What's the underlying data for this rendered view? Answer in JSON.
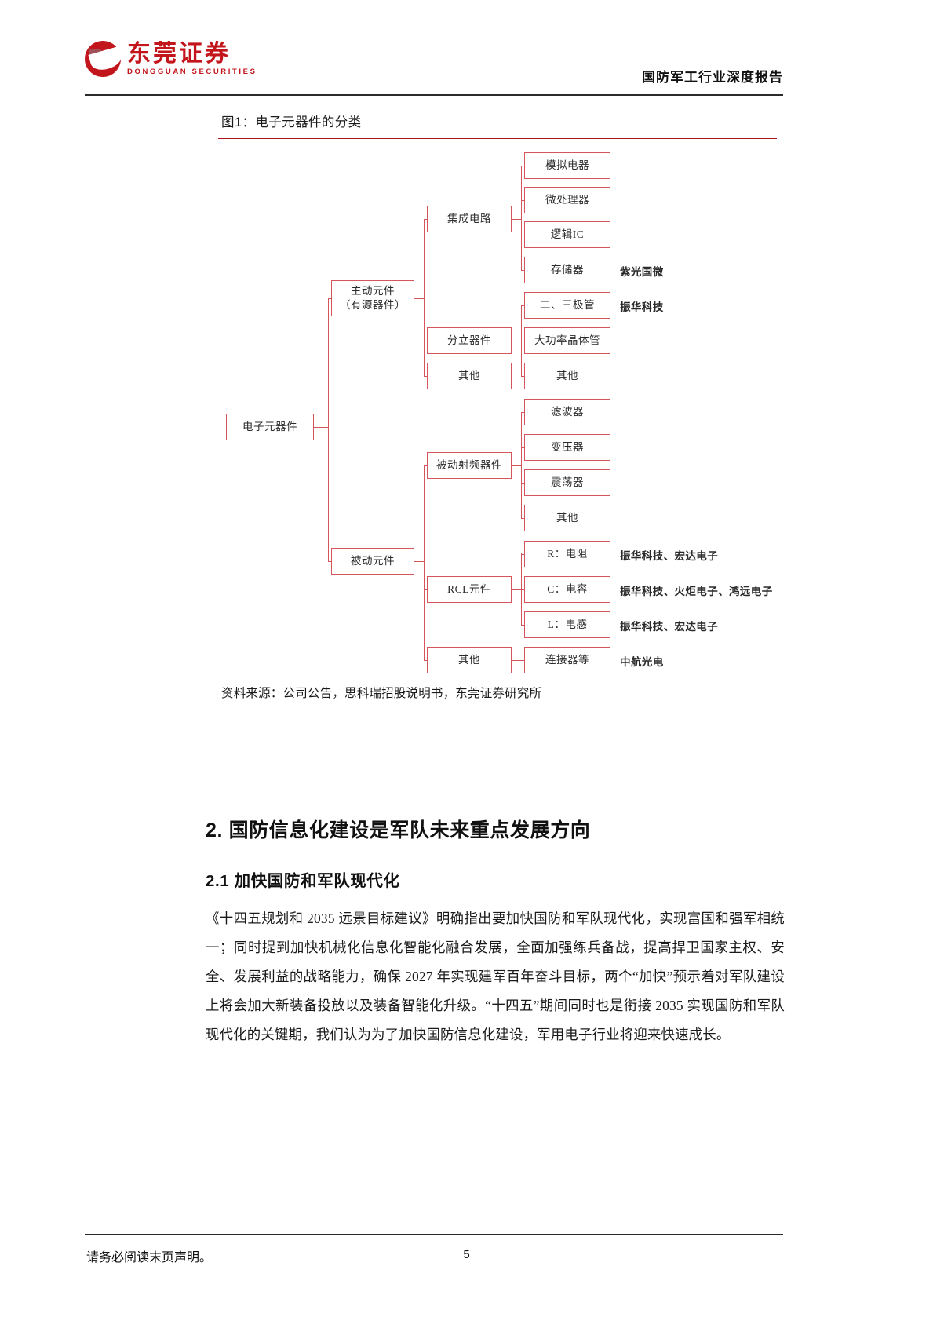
{
  "header": {
    "logo_cn": "东莞证券",
    "logo_en": "DONGGUAN SECURITIES",
    "report_title": "国防军工行业深度报告"
  },
  "figure": {
    "title": "图1：电子元器件的分类",
    "source": "资料来源：公司公告，思科瑞招股说明书，东莞证券研究所",
    "accent_color": "#d4565c",
    "rule_color": "#a8161c"
  },
  "chart_data": {
    "type": "diagram",
    "title": "图1：电子元器件的分类",
    "root": "电子元器件",
    "nodes": {
      "root": "电子元器件",
      "active": "主动元件",
      "active_sub": "（有源器件）",
      "passive": "被动元件",
      "ic": "集成电路",
      "discrete": "分立器件",
      "active_other": "其他",
      "rf_passive": "被动射频器件",
      "rcl": "RCL元件",
      "passive_other": "其他",
      "analog": "模拟电器",
      "mpu": "微处理器",
      "logic_ic": "逻辑IC",
      "memory": "存储器",
      "diode_triode": "二、三极管",
      "power_transistor": "大功率晶体管",
      "discrete_other": "其他",
      "filter": "滤波器",
      "transformer": "变压器",
      "oscillator": "震荡器",
      "rf_other": "其他",
      "resistor": "R：电阻",
      "capacitor": "C：电容",
      "inductor": "L：电感",
      "connector": "连接器等"
    },
    "annotations": {
      "memory": "紫光国微",
      "diode_triode": "振华科技",
      "resistor": "振华科技、宏达电子",
      "capacitor": "振华科技、火炬电子、鸿远电子",
      "inductor": "振华科技、宏达电子",
      "connector": "中航光电"
    },
    "edges": [
      [
        "电子元器件",
        "主动元件（有源器件）"
      ],
      [
        "电子元器件",
        "被动元件"
      ],
      [
        "主动元件（有源器件）",
        "集成电路"
      ],
      [
        "主动元件（有源器件）",
        "分立器件"
      ],
      [
        "主动元件（有源器件）",
        "其他"
      ],
      [
        "集成电路",
        "模拟电器"
      ],
      [
        "集成电路",
        "微处理器"
      ],
      [
        "集成电路",
        "逻辑IC"
      ],
      [
        "集成电路",
        "存储器"
      ],
      [
        "分立器件",
        "二、三极管"
      ],
      [
        "分立器件",
        "大功率晶体管"
      ],
      [
        "分立器件",
        "其他"
      ],
      [
        "被动元件",
        "被动射频器件"
      ],
      [
        "被动元件",
        "RCL元件"
      ],
      [
        "被动元件",
        "其他"
      ],
      [
        "被动射频器件",
        "滤波器"
      ],
      [
        "被动射频器件",
        "变压器"
      ],
      [
        "被动射频器件",
        "震荡器"
      ],
      [
        "被动射频器件",
        "其他"
      ],
      [
        "RCL元件",
        "R：电阻"
      ],
      [
        "RCL元件",
        "C：电容"
      ],
      [
        "RCL元件",
        "L：电感"
      ],
      [
        "其他",
        "连接器等"
      ]
    ]
  },
  "body": {
    "heading_2": "2. 国防信息化建设是军队未来重点发展方向",
    "heading_2_1": "2.1  加快国防和军队现代化",
    "paragraph": "《十四五规划和 2035 远景目标建议》明确指出要加快国防和军队现代化，实现富国和强军相统一；同时提到加快机械化信息化智能化融合发展，全面加强练兵备战，提高捍卫国家主权、安全、发展利益的战略能力，确保 2027 年实现建军百年奋斗目标，两个“加快”预示着对军队建设上将会加大新装备投放以及装备智能化升级。“十四五”期间同时也是衔接 2035 实现国防和军队现代化的关键期，我们认为为了加快国防信息化建设，军用电子行业将迎来快速成长。"
  },
  "footer": {
    "disclaimer": "请务必阅读末页声明。",
    "page_number": "5"
  }
}
